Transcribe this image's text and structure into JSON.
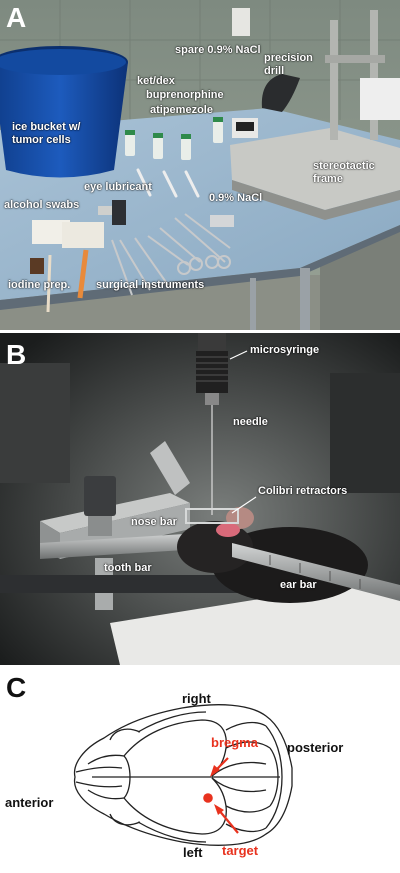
{
  "panel_a": {
    "letter": "A",
    "labels": {
      "spare": "spare 0.9% NaCl",
      "precision_drill": "precision drill",
      "ket_dex": "ket/dex",
      "buprenorphine": "buprenorphine",
      "atipemezole": "atipemezole",
      "ice_bucket": "ice bucket w/ tumor cells",
      "stereotactic_frame": "stereotactic frame",
      "eye_lubricant": "eye lubricant",
      "alcohol_swabs": "alcohol swabs",
      "saline": "0.9% NaCl",
      "iodine_prep": "iodine prep.",
      "surgical_instruments": "surgical instruments"
    }
  },
  "panel_b": {
    "letter": "B",
    "labels": {
      "microsyringe": "microsyringe",
      "needle": "needle",
      "colibri_retractors": "Colibri retractors",
      "nose_bar": "nose bar",
      "tooth_bar": "tooth bar",
      "ear_bar": "ear bar"
    }
  },
  "panel_c": {
    "letter": "C",
    "labels": {
      "right": "right",
      "posterior": "posterior",
      "anterior": "anterior",
      "left": "left",
      "bregma": "bregma",
      "target": "target"
    },
    "colors": {
      "highlight": "#e8321e",
      "outline": "#222222"
    }
  }
}
